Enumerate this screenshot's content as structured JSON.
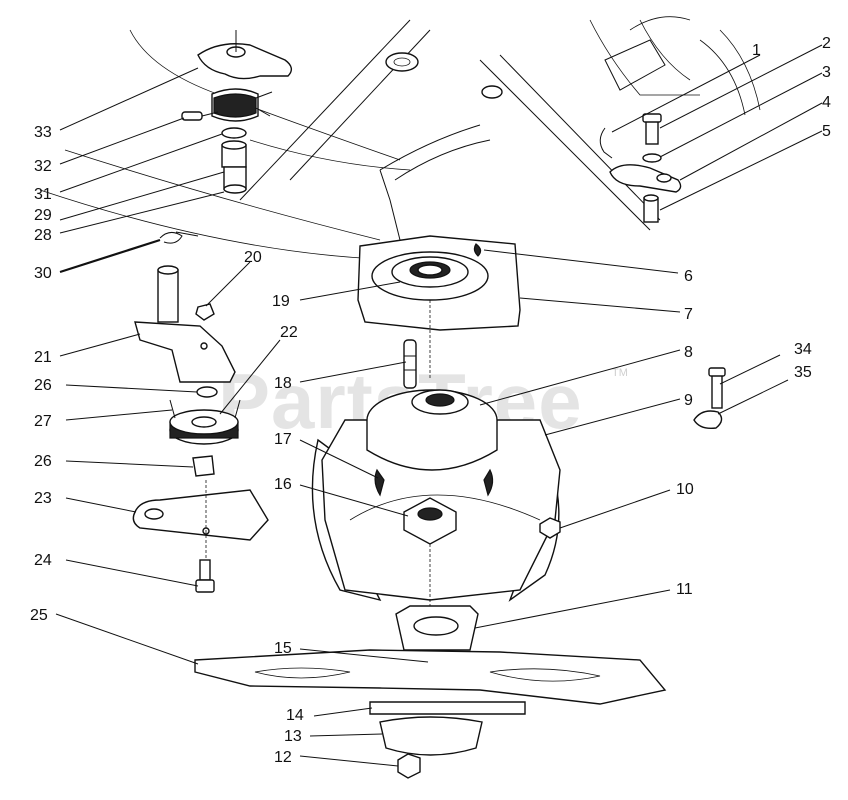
{
  "watermark": {
    "text": "PartsTree",
    "mark": "TM"
  },
  "callouts": [
    "1",
    "2",
    "3",
    "4",
    "5",
    "6",
    "7",
    "8",
    "9",
    "10",
    "11",
    "12",
    "13",
    "14",
    "15",
    "16",
    "17",
    "18",
    "19",
    "20",
    "21",
    "22",
    "23",
    "24",
    "25",
    "26",
    "26",
    "27",
    "28",
    "29",
    "30",
    "31",
    "32",
    "33",
    "34",
    "35"
  ]
}
